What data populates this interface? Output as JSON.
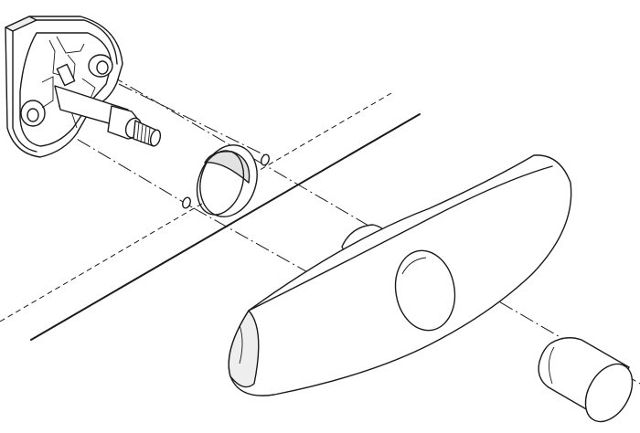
{
  "diagram": {
    "colors": {
      "line": "#1a1a1a",
      "background": "#ffffff",
      "shade": "#eeeeee"
    },
    "parts": [
      {
        "name": "lock-housing"
      },
      {
        "name": "spindle"
      },
      {
        "name": "mounting-panel"
      },
      {
        "name": "escutcheon-ring"
      },
      {
        "name": "t-handle"
      },
      {
        "name": "end-cap"
      }
    ]
  }
}
